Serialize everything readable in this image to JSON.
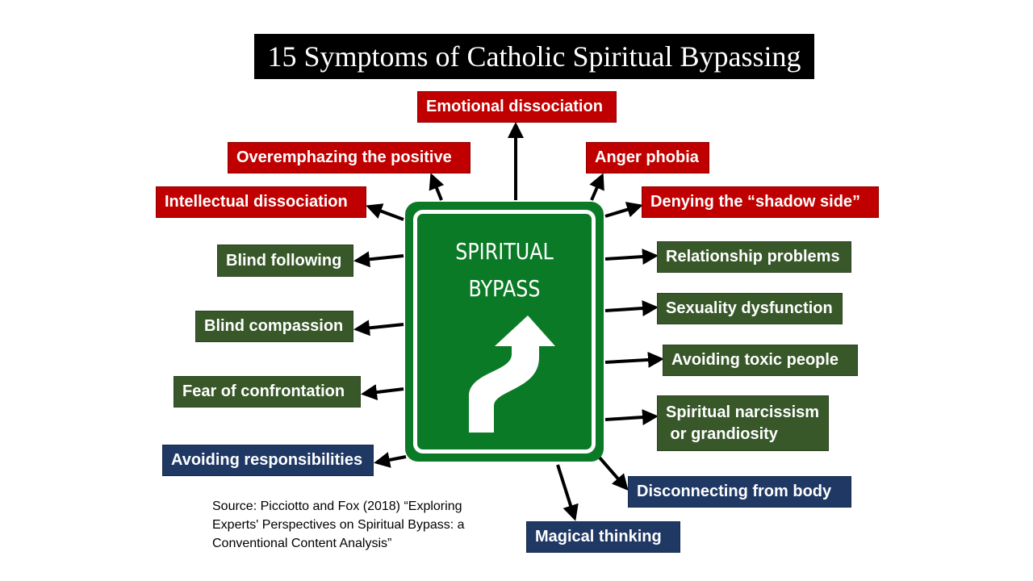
{
  "title": "15 Symptoms of Catholic Spiritual Bypassing",
  "sign": {
    "line1": "SPIRITUAL",
    "line2": "BYPASS",
    "icon": "curved-arrow-up-icon"
  },
  "symptoms": {
    "emotional_dissociation": "Emotional dissociation",
    "overemphazing_positive": "Overemphazing the positive",
    "anger_phobia": "Anger phobia",
    "intellectual_dissociation": "Intellectual dissociation",
    "denying_shadow_side": "Denying the “shadow side”",
    "blind_following": "Blind following",
    "relationship_problems": "Relationship problems",
    "blind_compassion": "Blind compassion",
    "sexuality_dysfunction": "Sexuality dysfunction",
    "fear_of_confrontation": "Fear of confrontation",
    "avoiding_toxic_people": "Avoiding toxic people",
    "spiritual_narcissism": "Spiritual narcissism\n or grandiosity",
    "avoiding_responsibilities": "Avoiding responsibilities",
    "disconnecting_from_body": "Disconnecting from body",
    "magical_thinking": "Magical thinking"
  },
  "source": {
    "line1": "Source: Picciotto and Fox (2018) “Exploring",
    "line2": "Experts' Perspectives on Spiritual Bypass: a",
    "line3": "Conventional Content Analysis”"
  },
  "colors": {
    "red": "#c00000",
    "green": "#38582a",
    "blue": "#1f3864",
    "sign": "#0b7a26"
  }
}
